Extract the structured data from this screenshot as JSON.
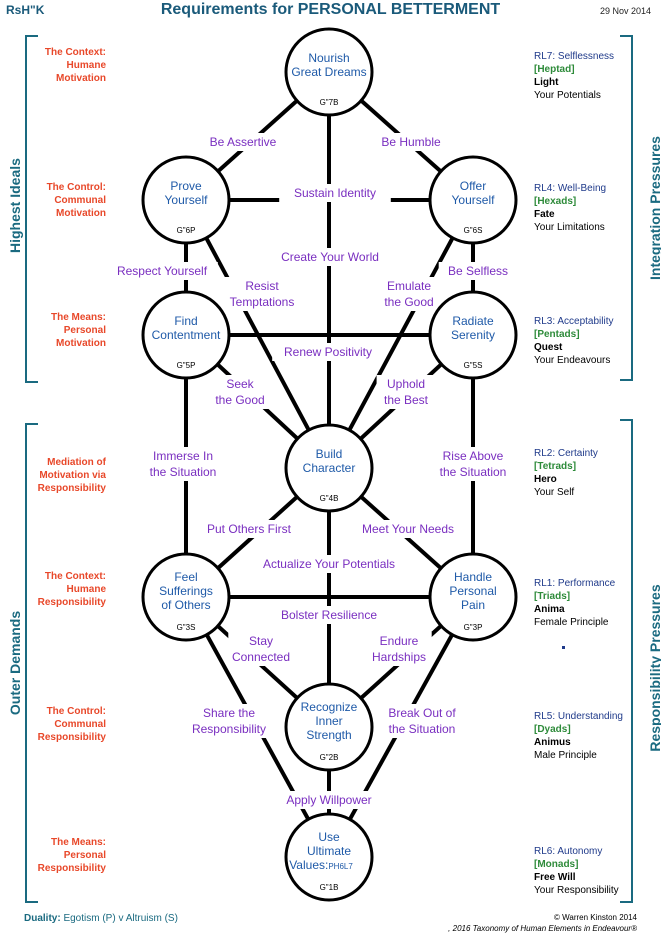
{
  "header": {
    "code": "RsH\"K",
    "title": "Requirements for PERSONAL BETTERMENT",
    "date": "29 Nov 2014"
  },
  "left_groups": {
    "upper": "Highest  Ideals",
    "lower": "Outer Demands"
  },
  "right_groups": {
    "upper": "Integration Pressures",
    "lower": "Responsibility  Pressures"
  },
  "left_labels": [
    "The Context:\nHumane\nMotivation",
    "The Control:\nCommunal\nMotivation",
    "The Means:\nPersonal\nMotivation",
    "Mediation of\nMotivation via\nResponsibility",
    "The Context:\nHumane\nResponsibility",
    "The Control:\nCommunal\nResponsibility",
    "The Means:\nPersonal\nResponsibility"
  ],
  "right_labels": [
    {
      "head": "RL7:  Selflessness",
      "sub": "[Heptad]",
      "a": "Light",
      "b": "Your Potentials"
    },
    {
      "head": "RL4:  Well-Being",
      "sub": "[Hexads]",
      "a": "Fate",
      "b": "Your Limitations"
    },
    {
      "head": "RL3:  Acceptability",
      "sub": "[Pentads]",
      "a": "Quest",
      "b": "Your Endeavours"
    },
    {
      "head": "RL2:  Certainty",
      "sub": "[Tetrads]",
      "a": "Hero",
      "b": "Your Self"
    },
    {
      "head": "RL1:  Performance",
      "sub": "[Triads]",
      "a": "Anima",
      "b": "Female Principle"
    },
    {
      "head": "RL5:  Understanding",
      "sub": "[Dyads]",
      "a": "Animus",
      "b": "Male Principle"
    },
    {
      "head": "RL6:  Autonomy",
      "sub": "[Monads]",
      "a": "Free Will",
      "b": "Your Responsibility"
    }
  ],
  "nodes": [
    {
      "id": "n7",
      "lines": [
        "Nourish",
        "Great Dreams"
      ],
      "code": "G\"7B"
    },
    {
      "id": "n6p",
      "lines": [
        "Prove",
        "Yourself"
      ],
      "code": "G\"6P"
    },
    {
      "id": "n6s",
      "lines": [
        "Offer",
        "Yourself"
      ],
      "code": "G\"6S"
    },
    {
      "id": "n5p",
      "lines": [
        "Find",
        "Contentment"
      ],
      "code": "G\"5P"
    },
    {
      "id": "n5s",
      "lines": [
        "Radiate",
        "Serenity"
      ],
      "code": "G\"5S"
    },
    {
      "id": "n4",
      "lines": [
        "Build",
        "Character"
      ],
      "code": "G\"4B"
    },
    {
      "id": "n3s",
      "lines": [
        "Feel",
        "Sufferings",
        "of Others"
      ],
      "code": "G\"3S"
    },
    {
      "id": "n3p",
      "lines": [
        "Handle",
        "Personal",
        "Pain"
      ],
      "code": "G\"3P"
    },
    {
      "id": "n2",
      "lines": [
        "Recognize",
        "Inner",
        "Strength"
      ],
      "code": "G\"2B"
    },
    {
      "id": "n1",
      "lines": [
        "Use",
        "Ultimate",
        "Values:"
      ],
      "extra": "PH6L7",
      "code": "G\"1B"
    }
  ],
  "paths": [
    {
      "id": "be-assertive",
      "lines": [
        "Be Assertive"
      ]
    },
    {
      "id": "be-humble",
      "lines": [
        "Be Humble"
      ]
    },
    {
      "id": "sustain-identity",
      "lines": [
        "Sustain Identity"
      ]
    },
    {
      "id": "create-your-world",
      "lines": [
        "Create Your World"
      ]
    },
    {
      "id": "respect-yourself",
      "lines": [
        "Respect Yourself"
      ]
    },
    {
      "id": "be-selfless",
      "lines": [
        "Be Selfless"
      ]
    },
    {
      "id": "resist-temptations",
      "lines": [
        "Resist",
        "Temptations"
      ]
    },
    {
      "id": "emulate-the-good",
      "lines": [
        "Emulate",
        "the Good"
      ]
    },
    {
      "id": "renew-positivity",
      "lines": [
        "Renew Positivity"
      ]
    },
    {
      "id": "seek-the-good",
      "lines": [
        "Seek",
        "the Good"
      ]
    },
    {
      "id": "uphold-the-best",
      "lines": [
        "Uphold",
        "the Best"
      ]
    },
    {
      "id": "immerse-in-the-situation",
      "lines": [
        "Immerse In",
        "the Situation"
      ]
    },
    {
      "id": "rise-above-the-situation",
      "lines": [
        "Rise Above",
        "the Situation"
      ]
    },
    {
      "id": "put-others-first",
      "lines": [
        "Put Others First"
      ]
    },
    {
      "id": "meet-your-needs",
      "lines": [
        "Meet Your Needs"
      ]
    },
    {
      "id": "actualize-your-potentials",
      "lines": [
        "Actualize Your Potentials"
      ]
    },
    {
      "id": "bolster-resilience",
      "lines": [
        "Bolster Resilience"
      ]
    },
    {
      "id": "stay-connected",
      "lines": [
        "Stay",
        "Connected"
      ]
    },
    {
      "id": "endure-hardships",
      "lines": [
        "Endure",
        "Hardships"
      ]
    },
    {
      "id": "share-the-responsibility",
      "lines": [
        "Share the",
        "Responsibility"
      ]
    },
    {
      "id": "break-out-of-the-situation",
      "lines": [
        "Break Out of",
        "the Situation"
      ]
    },
    {
      "id": "apply-willpower",
      "lines": [
        "Apply Willpower"
      ]
    }
  ],
  "footer": {
    "duality_label": "Duality:",
    "duality_text": "Egotism (P) v  Altruism (S)",
    "copyright": "© Warren Kinston 2014",
    "taxonomy": ", 2016 Taxonomy of Human Elements in Endeavour®"
  },
  "colors": {
    "teal": "#1a6a80",
    "orange": "#e8482a",
    "purple": "#7a2fc0",
    "node_text": "#1f5aa8",
    "rl_head": "#1f3a8a",
    "rl_sub": "#2e8b3a"
  }
}
